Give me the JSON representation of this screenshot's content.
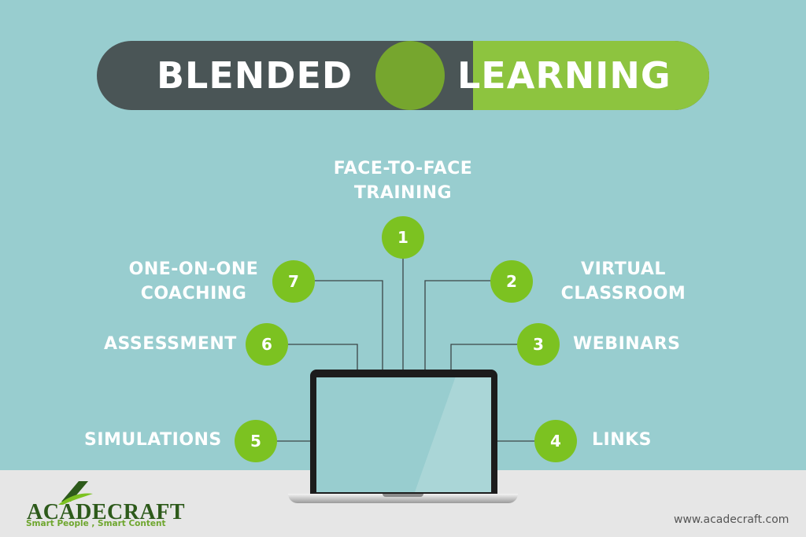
{
  "title": {
    "left": "BLENDED",
    "right": "LEARNING"
  },
  "nodes": [
    {
      "number": "1",
      "label": "FACE-TO-FACE\nTRAINING"
    },
    {
      "number": "2",
      "label": "VIRTUAL\nCLASSROOM"
    },
    {
      "number": "3",
      "label": "WEBINARS"
    },
    {
      "number": "4",
      "label": "LINKS"
    },
    {
      "number": "5",
      "label": "SIMULATIONS"
    },
    {
      "number": "6",
      "label": "ASSESSMENT"
    },
    {
      "number": "7",
      "label": "ONE-ON-ONE\nCOACHING"
    }
  ],
  "branding": {
    "name": "ACADECRAFT",
    "tagline": "Smart People , Smart Content",
    "website": "www.acadecraft.com"
  },
  "colors": {
    "background": "#98cdcf",
    "accent_green": "#7cc221",
    "dark_gray": "#4a5556"
  }
}
